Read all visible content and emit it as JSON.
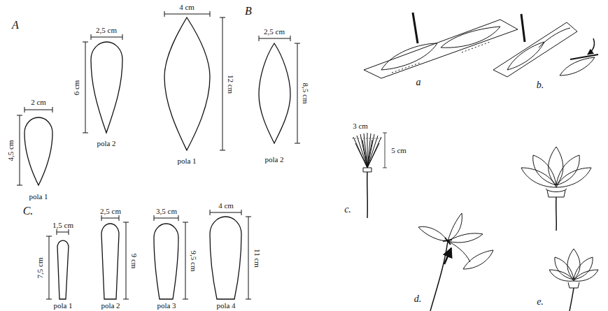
{
  "diagram": {
    "labels": [
      "A",
      "2 cm",
      "4,5 cm",
      "pola 1",
      "2,5 cm",
      "6 cm",
      "pola 2",
      "4 cm",
      "12 cm",
      "pola 1",
      "B",
      "2,5 cm",
      "8,5 cm",
      "pola 2",
      "a",
      "b.",
      "3 cm",
      "5 cm",
      "c.",
      "d.",
      "e.",
      "C.",
      "1,5 cm",
      "7,5 cm",
      "pola 1",
      "2,5 cm",
      "9 cm",
      "pola 2",
      "3,5 cm",
      "9,5 cm",
      "pola 3",
      "4 cm",
      "11 cm",
      "pola 4"
    ]
  }
}
